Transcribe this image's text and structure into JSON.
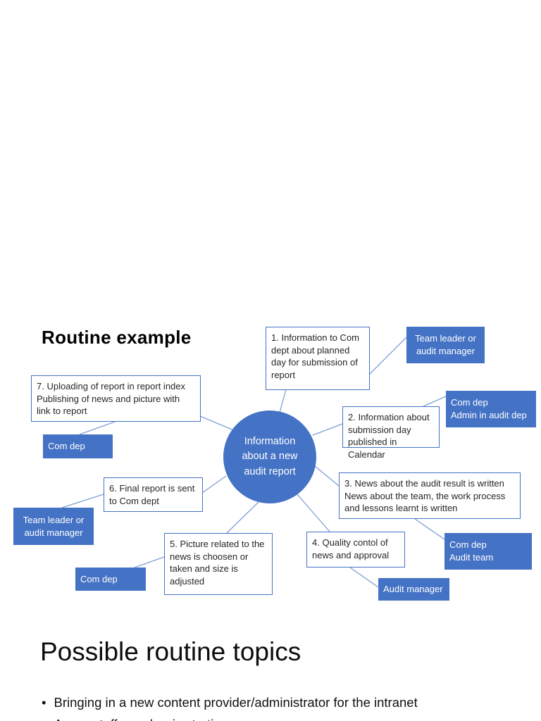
{
  "slide": {
    "title": "Routine example",
    "heading": "Possible routine topics",
    "bullet_char": "•",
    "bullets": [
      "Bringing in a new content provider/administrator for the intranet",
      "A new staff member is starting"
    ]
  },
  "diagram": {
    "center": "Information\nabout a new\naudit report",
    "steps": {
      "s1": "1. Information to Com dept about planned day for submission of report",
      "s2": "2. Information about submission day published in Calendar",
      "s3": "3. News about the audit result is written\nNews about the team, the work process and lessons learnt is written",
      "s4": "4. Quality contol of news and approval",
      "s5": "5. Picture related to the news is choosen or taken and size is adjusted",
      "s6": "6. Final report is sent to Com dept",
      "s7": "7. Uploading of report in report index\nPublishing of news and picture with link to report"
    },
    "actors": {
      "a1": "Team leader or\naudit manager",
      "a2": "Com dep\nAdmin in audit dep",
      "a3": "Com dep\nAudit team",
      "a4": "Audit manager",
      "a5": "Com dep",
      "a6": "Team leader or\naudit manager",
      "a7": "Com dep"
    },
    "colors": {
      "accent": "#4472C4",
      "connector": "#7F9FD6",
      "box_text": "#262626"
    }
  }
}
